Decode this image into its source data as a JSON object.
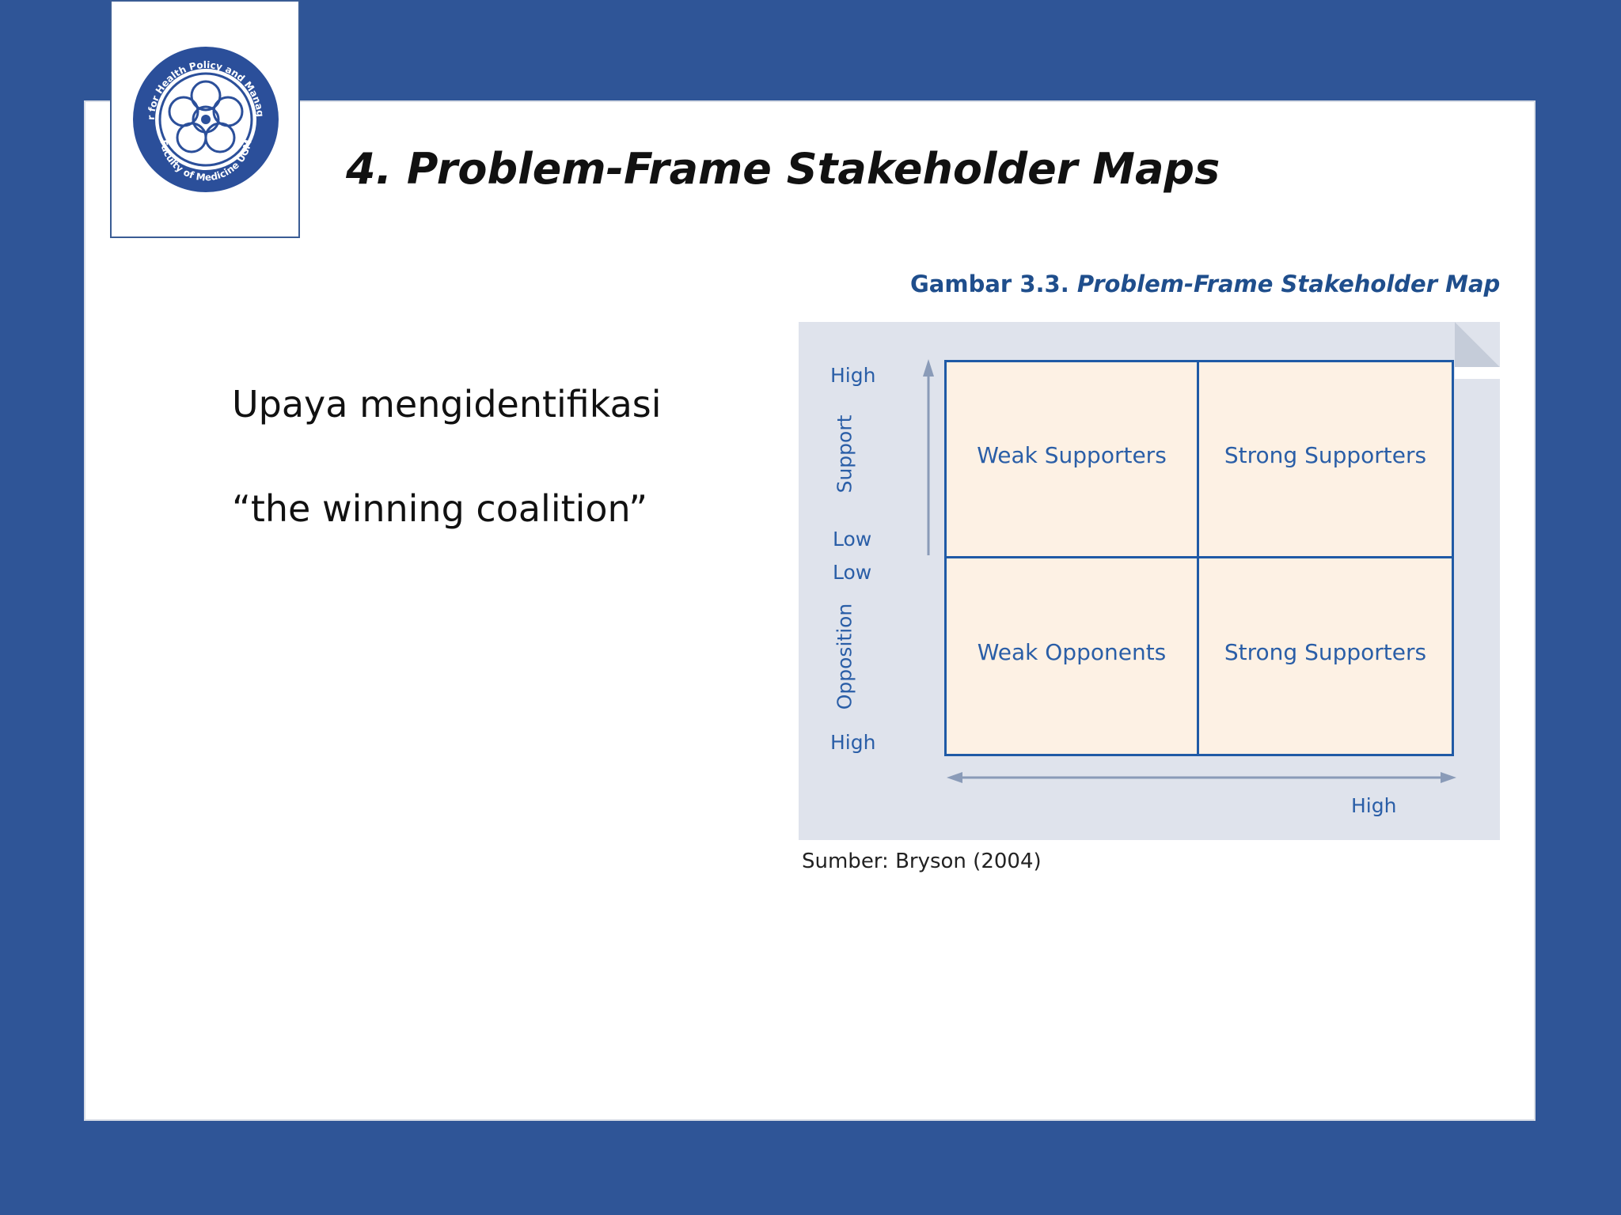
{
  "slide": {
    "title": "4. Problem-Frame Stakeholder Maps",
    "body_lines": [
      "Upaya mengidentifikasi",
      "“the winning coalition”"
    ]
  },
  "logo": {
    "ring_text_top": "Center for Health Policy and Management",
    "ring_text_bottom": "Faculty of Medicine UGM"
  },
  "figure": {
    "caption_prefix": "Gambar 3.3.",
    "caption_title": "Problem-Frame Stakeholder Map",
    "cells": {
      "top_left": "Weak Supporters",
      "top_right": "Strong Supporters",
      "bottom_left": "Weak Opponents",
      "bottom_right": "Strong Supporters"
    },
    "y_axis": {
      "support_high": "High",
      "support_label": "Support",
      "support_low": "Low",
      "opposition_low": "Low",
      "opposition_label": "Opposition",
      "opposition_high": "High"
    },
    "x_axis": {
      "high": "High"
    },
    "source": "Sumber: Bryson (2004)"
  },
  "colors": {
    "background": "#2f5597",
    "diagram_blue": "#1f5aa6",
    "cell_fill": "#fdf1e4",
    "diagram_bg": "#dfe3ec"
  }
}
